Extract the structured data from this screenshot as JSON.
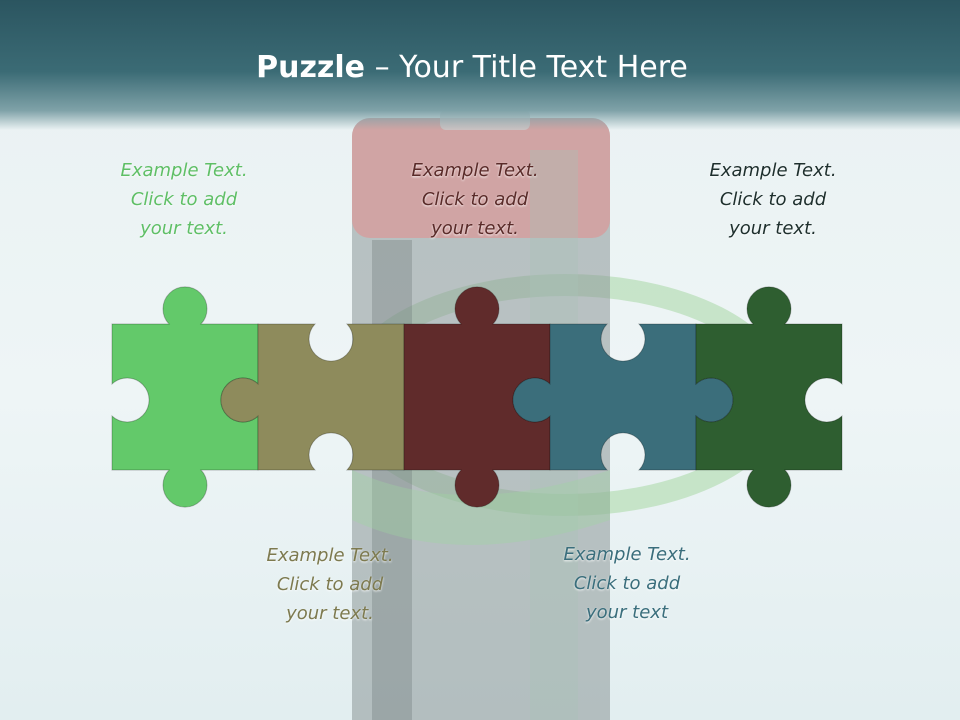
{
  "slide": {
    "title_bold": "Puzzle",
    "title_rest": " – Your Title Text Here"
  },
  "notes": [
    {
      "lines": [
        "Example Text.",
        "Click  to add",
        "your text."
      ],
      "color": "#5fbf66"
    },
    {
      "lines": [
        "Example Text.",
        "Click  to add",
        "your text."
      ],
      "color": "#5a2b29"
    },
    {
      "lines": [
        "Example Text.",
        "Click  to add",
        "your text."
      ],
      "color": "#1e2f2d"
    },
    {
      "lines": [
        "Example Text.",
        "Click  to add",
        "your text."
      ],
      "color": "#7d7a4f"
    },
    {
      "lines": [
        "Example Text.",
        "Click  to add",
        "your text"
      ],
      "color": "#3a6e7c"
    }
  ],
  "puzzle_pieces": [
    {
      "name": "green",
      "color": "#63c96a"
    },
    {
      "name": "olive",
      "color": "#8e8b5c"
    },
    {
      "name": "maroon",
      "color": "#602b2b"
    },
    {
      "name": "teal",
      "color": "#3b6e7b"
    },
    {
      "name": "dark-green",
      "color": "#2e5e30"
    }
  ]
}
